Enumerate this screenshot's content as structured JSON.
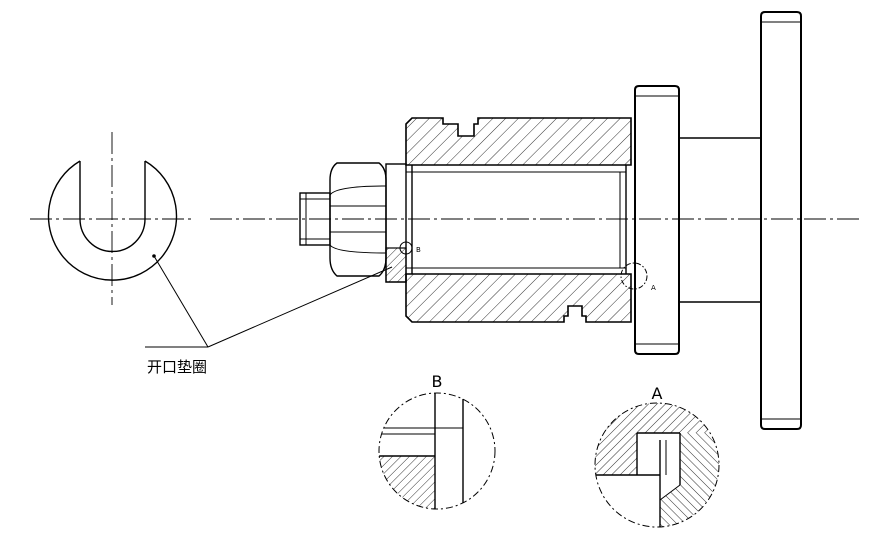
{
  "labels": {
    "washer_label": "开口垫圈",
    "detail_b_title": "B",
    "detail_a_title": "A",
    "callout_b": "B",
    "callout_a": "A"
  }
}
